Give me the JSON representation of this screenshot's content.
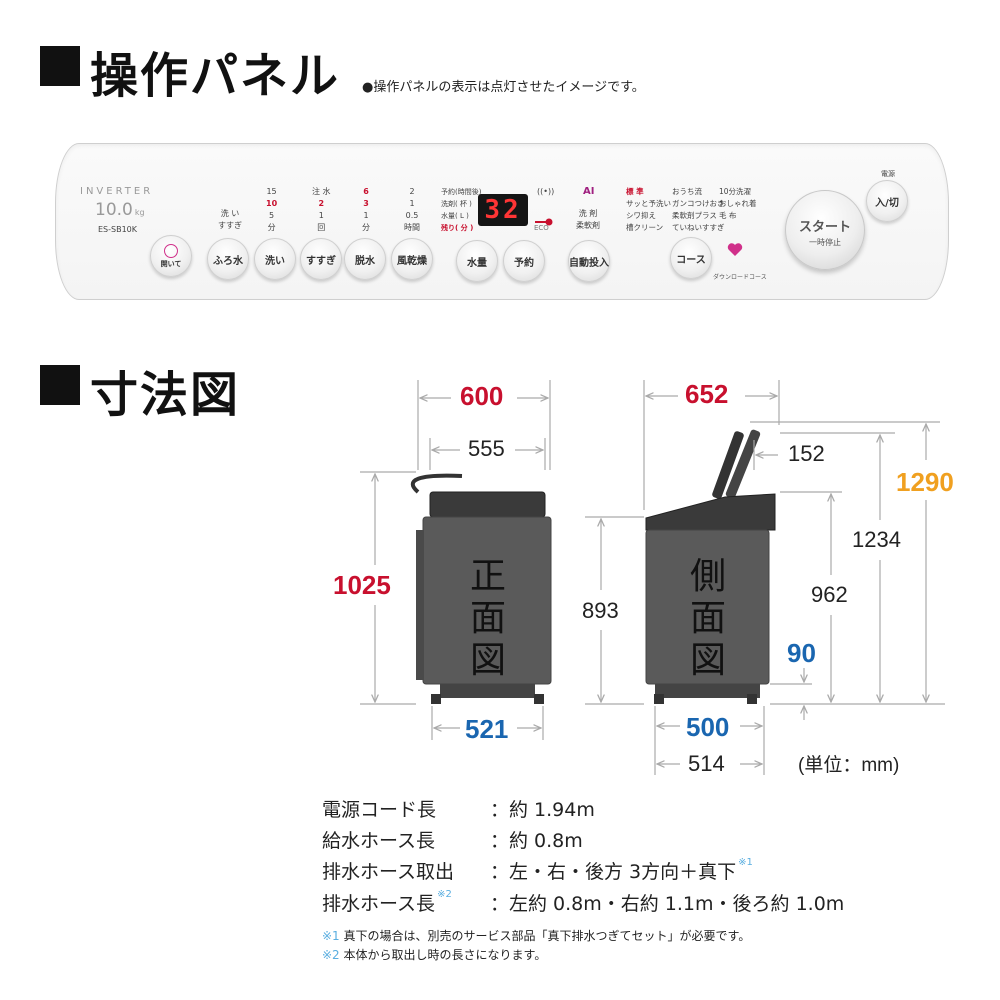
{
  "panel_section": {
    "title": "操作パネル",
    "note": "●操作パネルの表示は点灯させたイメージです。"
  },
  "dimension_section": {
    "title": "寸法図"
  },
  "panel": {
    "brand_line1": "INVERTER",
    "brand_line2": "10.0",
    "brand_unit": "kg",
    "model": "ES-SB10K",
    "col_wash": [
      "洗 い",
      "すすぎ"
    ],
    "col_minutes": [
      "15",
      "10",
      "5",
      "分"
    ],
    "col_rinse": [
      "注 水",
      "2",
      "1",
      "回"
    ],
    "col_spin": [
      "6",
      "3",
      "1",
      "分"
    ],
    "col_dry": [
      "2",
      "1",
      "0.5",
      "時間"
    ],
    "info_labels": [
      "予約(時間後)",
      "洗剤(  杯  )",
      "水量(  L  )",
      "残り(  分  )"
    ],
    "display_value": "32",
    "eco_label": "ECO",
    "ai_label": "AI",
    "ai_sub": [
      "洗 剤",
      "柔軟剤"
    ],
    "course_col1": [
      "標  準",
      "サッと予洗い",
      "シワ抑え",
      "槽クリーン"
    ],
    "course_col2": [
      "おうち流",
      "ガンコつけおき",
      "柔軟剤プラス",
      "ていねいすすぎ"
    ],
    "course_col3": [
      "10分洗濯",
      "おしゃれ着",
      "毛  布"
    ],
    "download_label": "ダウンロードコース",
    "power_label": "電源",
    "buttons": {
      "open": "開いて",
      "bath_water": "ふろ水",
      "wash": "洗い",
      "rinse": "すすぎ",
      "spin": "脱水",
      "air_dry": "風乾燥",
      "water_level": "水量",
      "reserve": "予約",
      "auto_dose": "自動投入",
      "course": "コース",
      "power": "入/切",
      "start": "スタート",
      "start_sub": "一時停止"
    }
  },
  "diagram": {
    "front_label": "正\n面\n図",
    "side_label": "側\n面\n図",
    "width_front": "600",
    "width_body": "555",
    "height_front": "1025",
    "base_front": "521",
    "depth": "652",
    "lid_offset": "152",
    "total_height_lid": "1290",
    "height_1234": "1234",
    "height_893": "893",
    "height_962": "962",
    "height_90": "90",
    "base_depth_500": "500",
    "base_depth_514": "514",
    "unit": "(単位：mm)"
  },
  "specs": [
    {
      "label": "電源コード長",
      "value": "：約 1.94m",
      "mark": ""
    },
    {
      "label": "給水ホース長",
      "value": "：約 0.8m",
      "mark": ""
    },
    {
      "label": "排水ホース取出",
      "value": "：左・右・後方 3方向＋真下",
      "mark": "※1"
    },
    {
      "label": "排水ホース長",
      "value": "：左約 0.8m・右約 1.1m・後ろ約 1.0m",
      "mark": "※2"
    }
  ],
  "footnotes": [
    {
      "mark": "※1",
      "text": " 真下の場合は、別売のサービス部品「真下排水つぎてセット」が必要です。"
    },
    {
      "mark": "※2",
      "text": " 本体から取出し時の長さになります。"
    }
  ],
  "colors": {
    "red": "#c8102e",
    "blue": "#1a66b0",
    "orange": "#f0a020",
    "light_blue": "#5aaee0"
  }
}
